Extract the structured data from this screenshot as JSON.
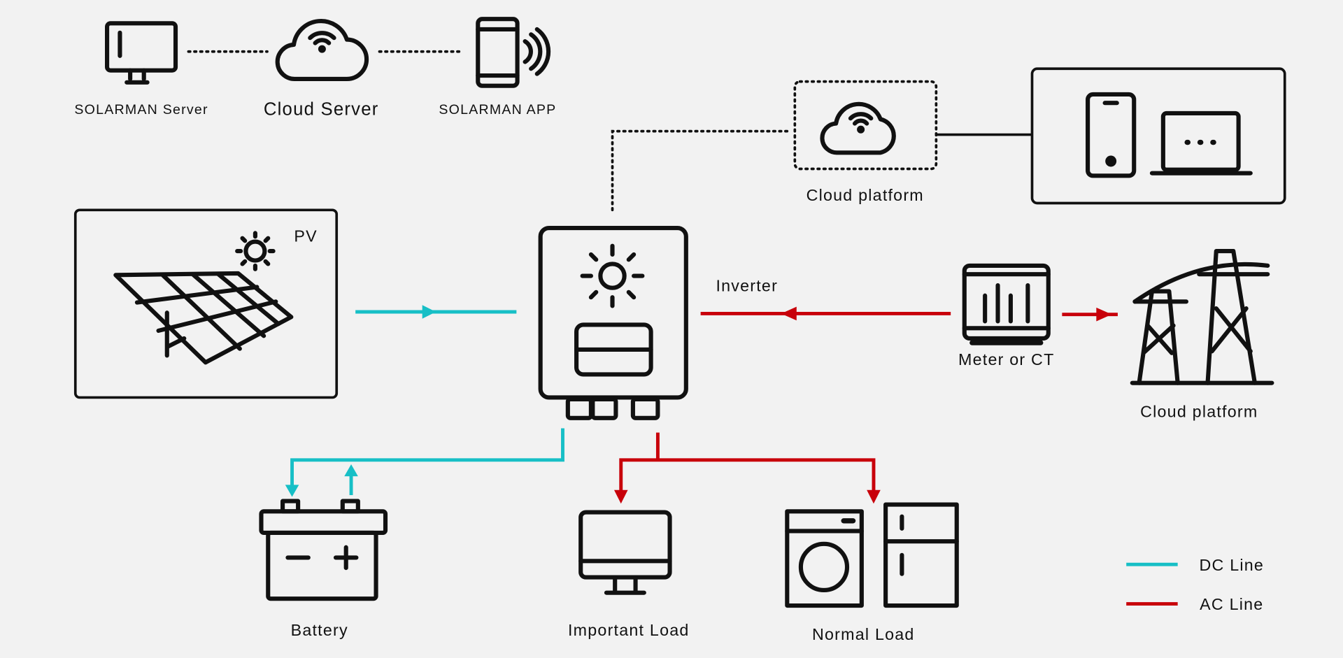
{
  "colors": {
    "dc": "#17bfc6",
    "ac": "#c8000a",
    "background": "#f2f2f2",
    "icon": "#111111"
  },
  "top": {
    "server_label": "SOLARMAN Server",
    "cloud_label": "Cloud Server",
    "app_label": "SOLARMAN APP"
  },
  "cloud_platform": {
    "label": "Cloud platform"
  },
  "pv": {
    "label": "PV"
  },
  "inverter": {
    "label": "Inverter"
  },
  "meter": {
    "label": "Meter or CT"
  },
  "grid": {
    "label": "Cloud platform"
  },
  "battery": {
    "label": "Battery"
  },
  "important_load": {
    "label": "Important Load"
  },
  "normal_load": {
    "label": "Normal Load"
  },
  "legend": [
    {
      "label": "DC Line",
      "color": "#17bfc6"
    },
    {
      "label": "AC Line",
      "color": "#c8000a"
    }
  ]
}
